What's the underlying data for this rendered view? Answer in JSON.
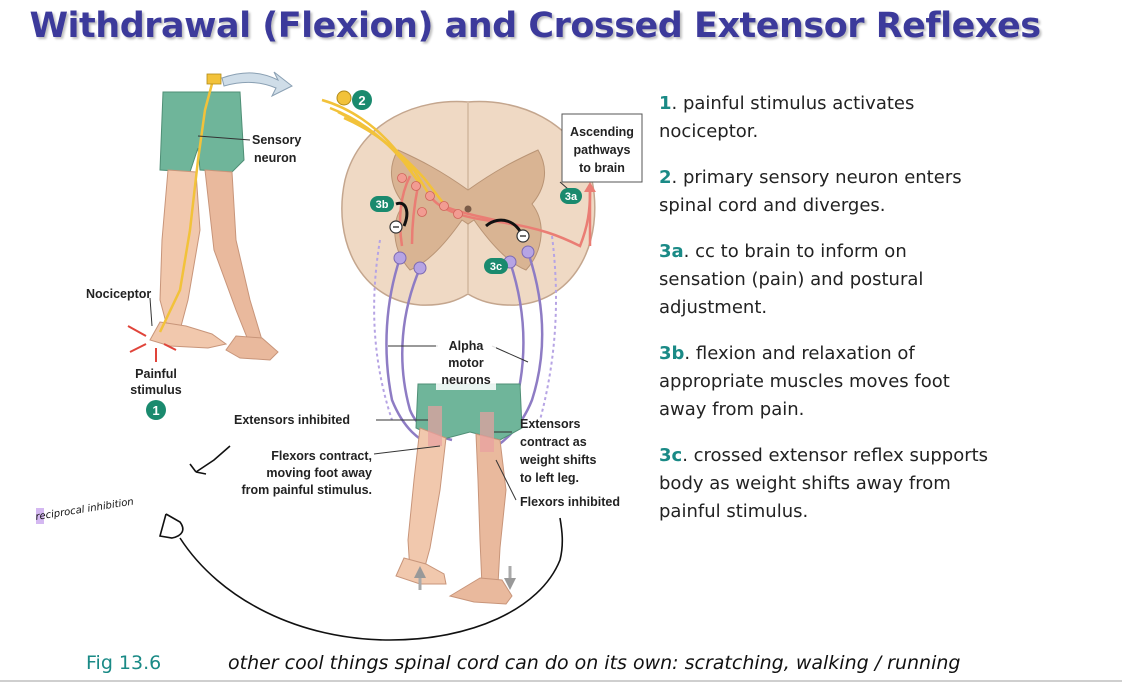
{
  "title": "Withdrawal (Flexion) and Crossed Extensor Reflexes",
  "figure": {
    "labels": {
      "sensory_neuron": [
        "Sensory",
        "neuron"
      ],
      "nociceptor": "Nociceptor",
      "painful_stimulus": [
        "Painful",
        "stimulus"
      ],
      "ascending": [
        "Ascending",
        "pathways",
        "to brain"
      ],
      "alpha_motor": [
        "Alpha",
        "motor",
        "neurons"
      ],
      "extensors_inhibited": "Extensors inhibited",
      "flexors_contract": [
        "Flexors contract,",
        "moving foot away",
        "from painful stimulus."
      ],
      "extensors_contract": [
        "Extensors",
        "contract as",
        "weight shifts",
        "to left leg."
      ],
      "flexors_inhibited": "Flexors inhibited"
    },
    "badges": {
      "b1": "1",
      "b2": "2",
      "b3a": "3a",
      "b3b": "3b",
      "b3c": "3c"
    },
    "handwritten_note": "reciprocal inhibition"
  },
  "steps": [
    {
      "num": "1",
      "text": ". painful stimulus activates nociceptor."
    },
    {
      "num": "2",
      "text": ". primary sensory neuron enters spinal cord and diverges."
    },
    {
      "num": "3a",
      "text": ". cc to brain to inform on sensation (pain) and postural adjustment."
    },
    {
      "num": "3b",
      "text": ". flexion and relaxation of appropriate muscles moves foot away from pain."
    },
    {
      "num": "3c",
      "text": ". crossed extensor reflex supports body as weight shifts away from painful stimulus."
    }
  ],
  "caption": "Fig 13.6",
  "note": "other cool things spinal cord can do on its own:  scratching, walking / running",
  "colors": {
    "title": "#3c3a9b",
    "accent": "#1a8a86"
  }
}
